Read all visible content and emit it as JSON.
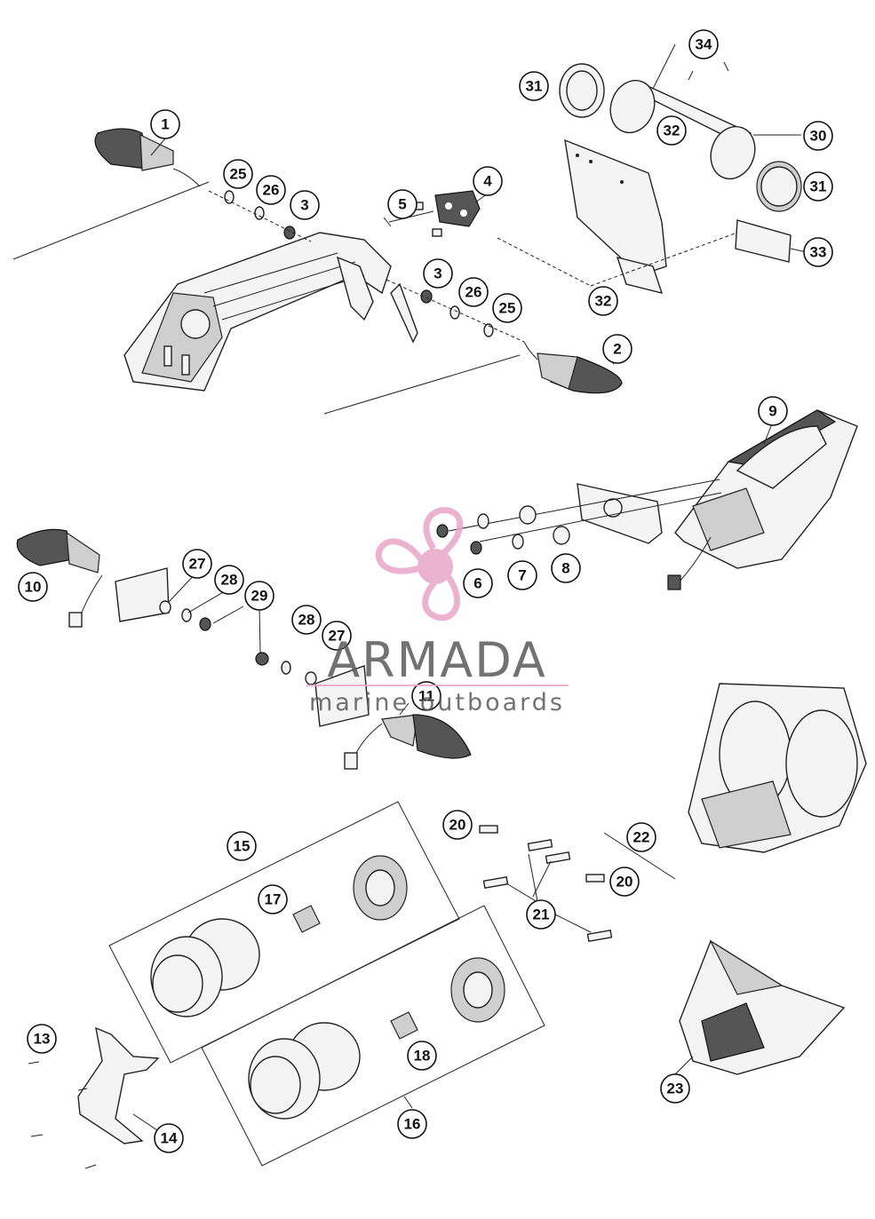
{
  "callouts": [
    "1",
    "2",
    "3",
    "3",
    "4",
    "5",
    "6",
    "7",
    "8",
    "9",
    "10",
    "11",
    "13",
    "14",
    "15",
    "16",
    "17",
    "18",
    "20",
    "20",
    "21",
    "22",
    "23",
    "25",
    "25",
    "26",
    "26",
    "27",
    "27",
    "28",
    "28",
    "29",
    "30",
    "31",
    "31",
    "32",
    "32",
    "33",
    "34"
  ],
  "watermark": {
    "brand": "ARMADA",
    "tagline": "marine outboards",
    "logo_icon": "propeller-logo-icon",
    "color": "#e9a6c8"
  }
}
